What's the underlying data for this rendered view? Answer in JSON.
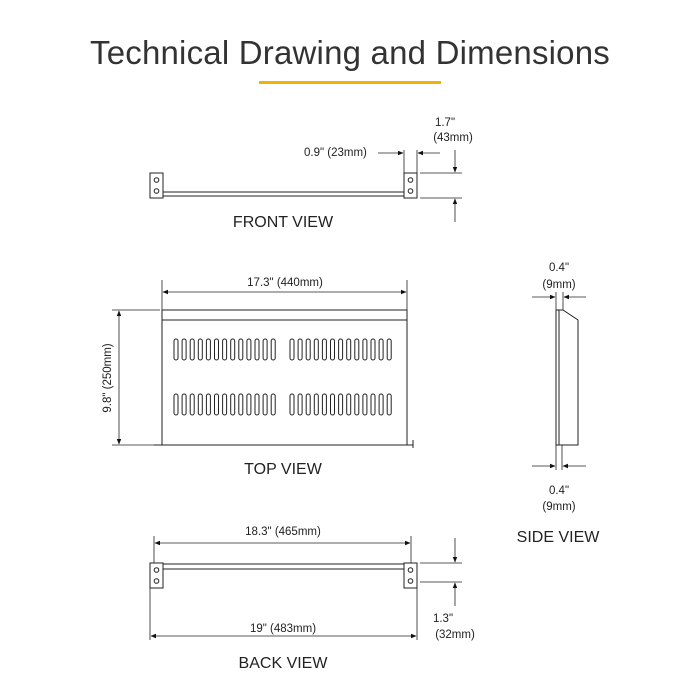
{
  "title": "Technical Drawing and Dimensions",
  "accent_color": "#f2b300",
  "views": {
    "front": {
      "label": "FRONT VIEW",
      "dim_left": "0.9\" (23mm)",
      "dim_right_line1": "1.7\"",
      "dim_right_line2": "(43mm)"
    },
    "top": {
      "label": "TOP VIEW",
      "dim_width": "17.3\" (440mm)",
      "dim_height": "9.8\" (250mm)"
    },
    "side": {
      "label": "SIDE VIEW",
      "dim_top_line1": "0.4\"",
      "dim_top_line2": "(9mm)",
      "dim_bottom_line1": "0.4\"",
      "dim_bottom_line2": "(9mm)"
    },
    "back": {
      "label": "BACK VIEW",
      "dim_inner": "18.3\" (465mm)",
      "dim_outer": "19\" (483mm)",
      "dim_right_line1": "1.3\"",
      "dim_right_line2": "(32mm)"
    }
  }
}
